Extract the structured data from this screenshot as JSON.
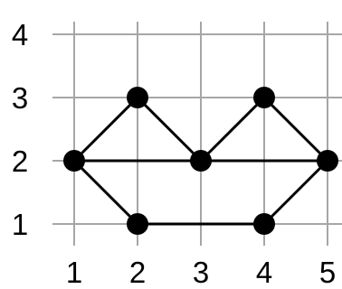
{
  "figure": {
    "x_ticks": [
      "1",
      "2",
      "3",
      "4",
      "5"
    ],
    "y_ticks": [
      "1",
      "2",
      "3",
      "4"
    ],
    "x_range": [
      1,
      5
    ],
    "y_range": [
      1,
      4
    ],
    "grid": true,
    "colors": {
      "grid": "#a6a6a6",
      "edge": "#000000",
      "node": "#000000"
    },
    "nodes": [
      {
        "id": "a",
        "x": 1,
        "y": 2
      },
      {
        "id": "b",
        "x": 2,
        "y": 3
      },
      {
        "id": "c",
        "x": 3,
        "y": 2
      },
      {
        "id": "d",
        "x": 4,
        "y": 3
      },
      {
        "id": "e",
        "x": 5,
        "y": 2
      },
      {
        "id": "f",
        "x": 2,
        "y": 1
      },
      {
        "id": "g",
        "x": 4,
        "y": 1
      }
    ],
    "edges": [
      [
        "a",
        "b"
      ],
      [
        "b",
        "c"
      ],
      [
        "c",
        "d"
      ],
      [
        "d",
        "e"
      ],
      [
        "e",
        "g"
      ],
      [
        "g",
        "f"
      ],
      [
        "f",
        "a"
      ],
      [
        "a",
        "e"
      ]
    ]
  }
}
